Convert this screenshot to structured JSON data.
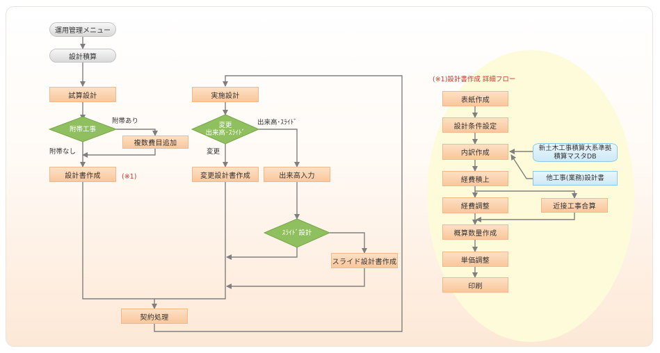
{
  "colors": {
    "process_fill": "#f9c79c",
    "decision_fill": "#8fbf5e",
    "terminal_fill": "#d9d9d9",
    "db_fill": "#cde9f6",
    "detail_area": "#fdfbd9",
    "note_text": "#c0392b",
    "line": "#7f7f7f"
  },
  "main_flow": {
    "terminal_menu": "運用管理メニュー",
    "terminal_estimate": "設計積算",
    "trial_design": "試算設計",
    "decision_incidental": "附帯工事",
    "label_with_incidental": "附帯あり",
    "label_without_incidental": "附帯なし",
    "add_multiple_cost": "複数費目追加",
    "create_design_doc": "設計書作成",
    "note_ref": "(※1)",
    "implementation_design": "実施設計",
    "decision_change_line1": "変更",
    "decision_change_line2": "出来高･ｽﾗｲﾄﾞ",
    "label_change": "変更",
    "label_progress_slide": "出来高･ｽﾗｲﾄﾞ",
    "change_design_doc": "変更設計書作成",
    "progress_input": "出来高入力",
    "decision_slide": "ｽﾗｲﾄﾞ設計",
    "slide_design_doc": "スライド設計書作成",
    "contract_processing": "契約処理"
  },
  "detail_flow": {
    "title": "(※1)設計書作成 詳細フロー",
    "cover_page": "表紙作成",
    "design_conditions": "設計条件設定",
    "breakdown": "内訳作成",
    "db_name_line1": "新土木工事積算大系準拠",
    "db_name_line2": "積算マスタDB",
    "other_work_doc": "他工事(業務)設計書",
    "expense_accumulation": "経費積上",
    "expense_adjustment": "経費調整",
    "adjacent_work_total": "近接工事合算",
    "approx_quantity": "概算数量作成",
    "unit_price_adjustment": "単価調整",
    "print": "印刷"
  }
}
